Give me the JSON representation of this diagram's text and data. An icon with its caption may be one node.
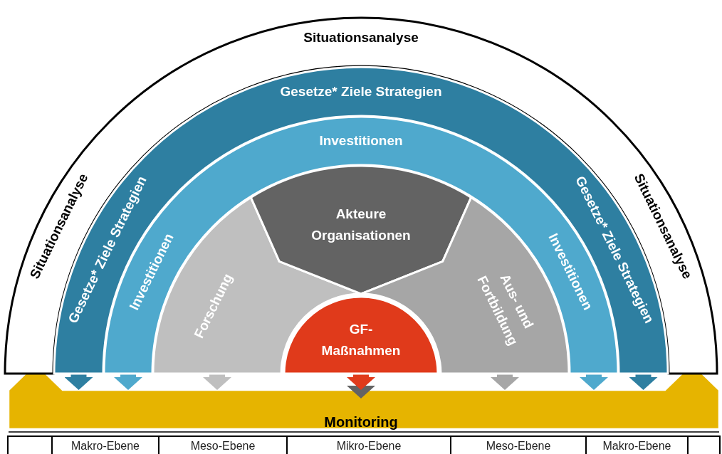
{
  "diagram": {
    "nodes": [
      {
        "text": [
          "Situationsanalyse",
          "Situationsanalyse",
          "Situationsanalyse"
        ]
      },
      {
        "text": [
          "Gesetze* Ziele Strategien",
          "Gesetze* Ziele Strategien",
          "Gesetze* Ziele Strategien"
        ]
      },
      {
        "text": [
          "Investitionen",
          "Investitionen",
          "Investitionen"
        ]
      },
      {
        "text": [
          "Forschung"
        ]
      },
      {
        "text": [
          "Akteure Organisationen"
        ]
      },
      {
        "text": [
          "Aus- und Fortbildung"
        ]
      },
      {
        "text": [
          "GF- Maßnahmen"
        ]
      },
      {
        "text": [
          "Monitoring"
        ]
      }
    ],
    "edges": [
      {
        "from": 1,
        "to": 7,
        "arrow": "to",
        "color": "#2e7fa1"
      },
      {
        "from": 2,
        "to": 7,
        "arrow": "to",
        "color": "#4fa9cd"
      },
      {
        "from": 3,
        "to": 7,
        "arrow": "to",
        "color": "#bfbfbf"
      },
      {
        "from": 6,
        "to": 7,
        "arrow": "to",
        "color": "#e03a1b"
      },
      {
        "from": 5,
        "to": 7,
        "arrow": "to",
        "color": "#a6a6a6"
      },
      {
        "from": 2,
        "to": 7,
        "arrow": "to",
        "color": "#4fa9cd"
      },
      {
        "from": 1,
        "to": 7,
        "arrow": "to",
        "color": "#2e7fa1"
      }
    ],
    "labels": [
      "Makro-Ebene",
      "Meso-Ebene",
      "Mikro-Ebene",
      "Meso-Ebene",
      "Makro-Ebene"
    ]
  }
}
